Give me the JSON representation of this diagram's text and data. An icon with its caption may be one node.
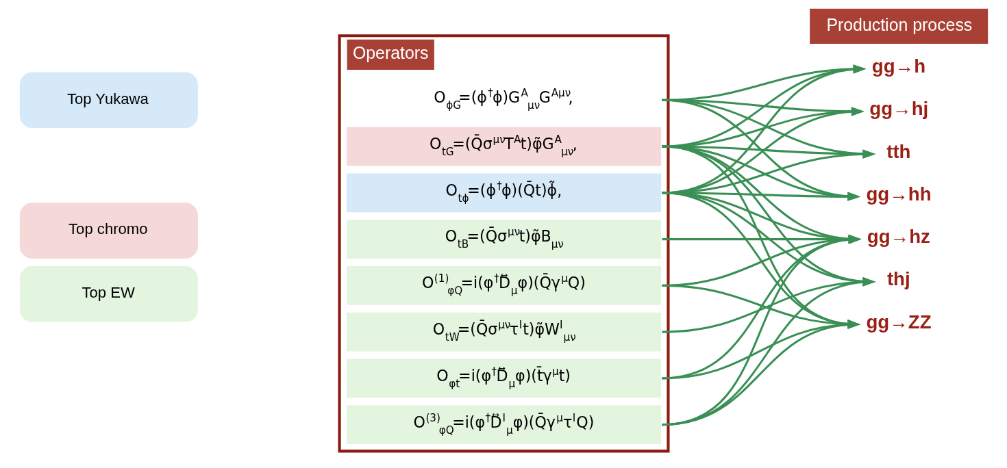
{
  "diagram": {
    "nodes": [
      {
        "text": [
          "Top EW"
        ]
      },
      {
        "text": [
          "Top chromo"
        ]
      },
      {
        "text": [
          "Top Yukawa"
        ]
      },
      {
        "text": [
          "Operators"
        ]
      },
      {
        "text": [
          "O$^{(3)}$$_{φQ}$=i(φ$^{†}$D⃡$^{I}$$_{μ}$φ)(Q̄γ$^{μ}$τ$^{I}$Q)"
        ],
        "in": 3
      },
      {
        "text": [
          "O$^{(1)}$$_{φQ}$=i(φ$^{†}$D⃡$_{μ}$φ)(Q̄γ$^{μ}$Q)"
        ],
        "in": 3
      },
      {
        "text": [
          "O$_{φt}$=i(φ$^{†}$D⃡$_{μ}$φ)(t̄γ$^{μ}$t)"
        ],
        "in": 3
      },
      {
        "text": [
          "O$_{tW}$=(Q̄σ$^{μν}$τ$^{I}$t)φ̃W$^{I}$$_{μν}$"
        ],
        "in": 3
      },
      {
        "text": [
          "O$_{tB}$=(Q̄σ$^{μν}$t)φ̃B$_{μν}$"
        ],
        "in": 3
      },
      {
        "text": [
          "O$_{tG}$=(Q̄σ$^{μν}$T$^{A}$t)φ̃G$^{A}$$_{μν}$,"
        ],
        "in": 3
      },
      {
        "text": [
          "O$_{tϕ}$=(ϕ$^{†}$ϕ)(Q̄t)ϕ̃,"
        ],
        "in": 3
      },
      {
        "text": [
          "O$_{ϕG}$=(ϕ$^{†}$ϕ)G$^{A}$$_{μν}$G$^{Aμν}$,"
        ],
        "in": 3
      },
      {
        "text": [
          "Production process"
        ]
      },
      {
        "text": [
          "gg→h"
        ]
      },
      {
        "text": [
          "gg→hj"
        ]
      },
      {
        "text": [
          "tth"
        ]
      },
      {
        "text": [
          "gg→hh"
        ]
      },
      {
        "text": [
          "gg→hz"
        ]
      },
      {
        "text": [
          "thj"
        ]
      },
      {
        "text": [
          "gg→ZZ"
        ]
      }
    ],
    "edges": [
      {
        "from": 4,
        "to": 17,
        "arrow": "to"
      },
      {
        "from": 4,
        "to": 18,
        "arrow": "to"
      },
      {
        "from": 4,
        "to": 19,
        "arrow": "to"
      },
      {
        "from": 5,
        "to": 17,
        "arrow": "to"
      },
      {
        "from": 5,
        "to": 19,
        "arrow": "to"
      },
      {
        "from": 6,
        "to": 17,
        "arrow": "to"
      },
      {
        "from": 6,
        "to": 19,
        "arrow": "to"
      },
      {
        "from": 7,
        "to": 18,
        "arrow": "to"
      },
      {
        "from": 8,
        "to": 17,
        "arrow": "to"
      },
      {
        "from": 9,
        "to": 13,
        "arrow": "to"
      },
      {
        "from": 9,
        "to": 14,
        "arrow": "to"
      },
      {
        "from": 9,
        "to": 15,
        "arrow": "to"
      },
      {
        "from": 9,
        "to": 16,
        "arrow": "to"
      },
      {
        "from": 9,
        "to": 17,
        "arrow": "to"
      },
      {
        "from": 9,
        "to": 18,
        "arrow": "to"
      },
      {
        "from": 9,
        "to": 19,
        "arrow": "to"
      },
      {
        "from": 10,
        "to": 13,
        "arrow": "to"
      },
      {
        "from": 10,
        "to": 14,
        "arrow": "to"
      },
      {
        "from": 10,
        "to": 15,
        "arrow": "to"
      },
      {
        "from": 10,
        "to": 16,
        "arrow": "to"
      },
      {
        "from": 10,
        "to": 17,
        "arrow": "to"
      },
      {
        "from": 10,
        "to": 18,
        "arrow": "to"
      },
      {
        "from": 10,
        "to": 19,
        "arrow": "to"
      },
      {
        "from": 11,
        "to": 13,
        "arrow": "to"
      },
      {
        "from": 11,
        "to": 14,
        "arrow": "to"
      },
      {
        "from": 11,
        "to": 15,
        "arrow": "to"
      },
      {
        "from": 11,
        "to": 16,
        "arrow": "to"
      }
    ]
  }
}
